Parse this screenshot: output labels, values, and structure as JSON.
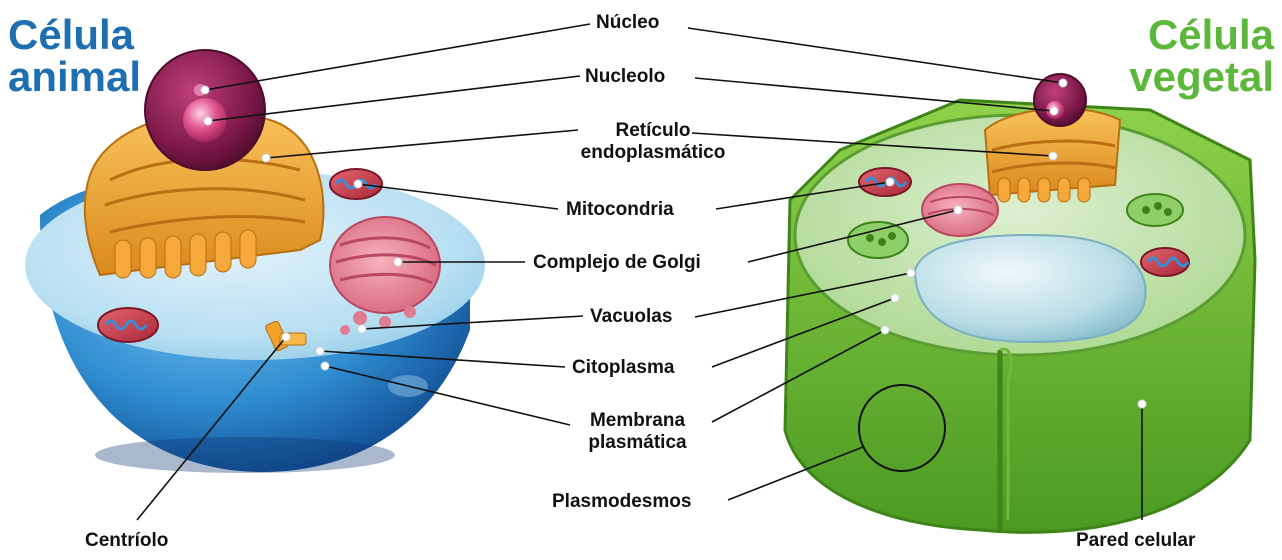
{
  "titles": {
    "animal": [
      "Célula",
      "animal"
    ],
    "vegetal": [
      "Célula",
      "vegetal"
    ]
  },
  "labels": {
    "nucleo": "Núcleo",
    "nucleolo": "Nucleolo",
    "reticulo": [
      "Retículo",
      "endoplasmático"
    ],
    "mitocondria": "Mitocondria",
    "golgi": "Complejo de Golgi",
    "vacuolas": "Vacuolas",
    "citoplasma": "Citoplasma",
    "membrana": [
      "Membrana",
      "plasmática"
    ],
    "plasmodesmos": "Plasmodesmos",
    "centriolo": "Centríolo",
    "pared": "Pared celular"
  },
  "colors": {
    "animal_title": "#1d6fb2",
    "vegetal_title": "#5cb83a"
  }
}
